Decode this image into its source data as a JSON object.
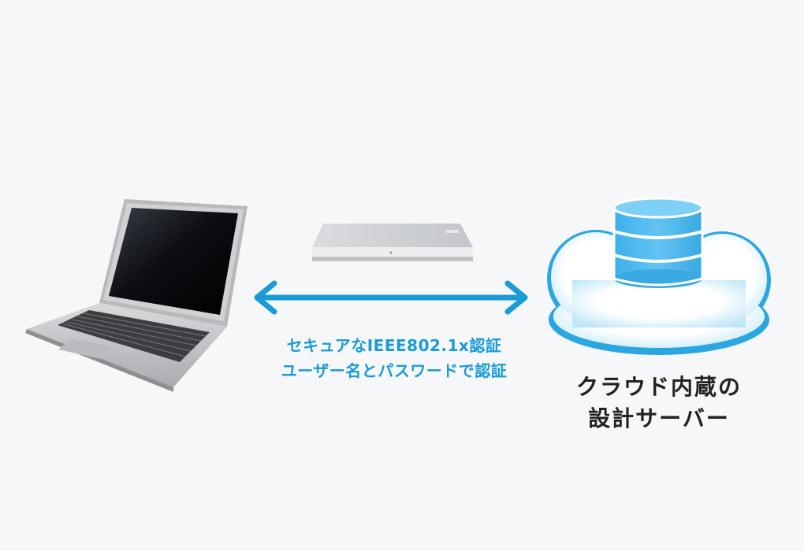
{
  "auth_caption": {
    "line1": "セキュアなIEEE802.1x認証",
    "line2": "ユーザー名とパスワードで認証"
  },
  "server_label": {
    "line1": "クラウド内蔵の",
    "line2": "設計サーバー"
  },
  "colors": {
    "background": "#f5f7f9",
    "accent": "#1a9ad6",
    "text": "#222222",
    "cloud_fill": "#e9f7fd",
    "cloud_edge": "#2aa6e0"
  },
  "icons": [
    "laptop-icon",
    "access-point-icon",
    "double-arrow-icon",
    "cloud-icon",
    "database-icon"
  ]
}
